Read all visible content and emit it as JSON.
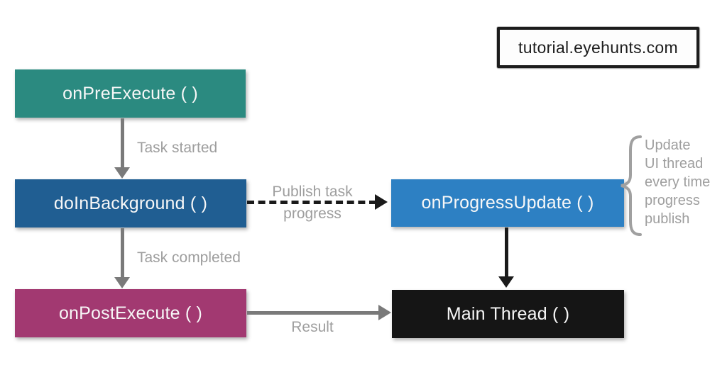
{
  "watermark": {
    "text": "tutorial.eyehunts.com"
  },
  "diagram": {
    "nodes": [
      {
        "id": "onPreExecute",
        "label": "onPreExecute ( )",
        "color": "#2B8A80"
      },
      {
        "id": "doInBackground",
        "label": "doInBackground ( )",
        "color": "#205E92"
      },
      {
        "id": "onProgressUpdate",
        "label": "onProgressUpdate ( )",
        "color": "#2D80C3"
      },
      {
        "id": "onPostExecute",
        "label": "onPostExecute ( )",
        "color": "#A23971"
      },
      {
        "id": "mainThread",
        "label": "Main Thread ( )",
        "color": "#151515"
      }
    ],
    "edge_labels": {
      "task_started": "Task started",
      "task_completed": "Task completed",
      "publish_task_line1": "Publish task",
      "publish_task_line2": "progress",
      "result": "Result"
    },
    "brace_note_lines": [
      "Update",
      "UI thread",
      "every time",
      "progress",
      "publish"
    ],
    "colors": {
      "gray_arrow": "#7a7a7a",
      "black_arrow": "#1a1a1a",
      "label_gray": "#9e9e9e",
      "note_gray": "#a0a0a0"
    }
  }
}
